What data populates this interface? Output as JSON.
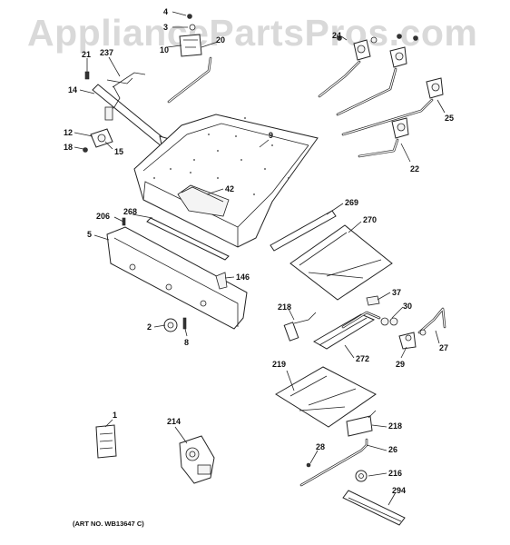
{
  "watermark": "AppliancePartsPros.com",
  "art_number": "(ART NO. WB13647 C)",
  "callouts": [
    "4",
    "3",
    "20",
    "10",
    "21",
    "237",
    "14",
    "12",
    "18",
    "15",
    "9",
    "42",
    "206",
    "268",
    "5",
    "146",
    "2",
    "8",
    "1",
    "214",
    "24",
    "25",
    "22",
    "269",
    "270",
    "37",
    "218",
    "30",
    "272",
    "27",
    "29",
    "219",
    "28",
    "26",
    "216",
    "294"
  ]
}
